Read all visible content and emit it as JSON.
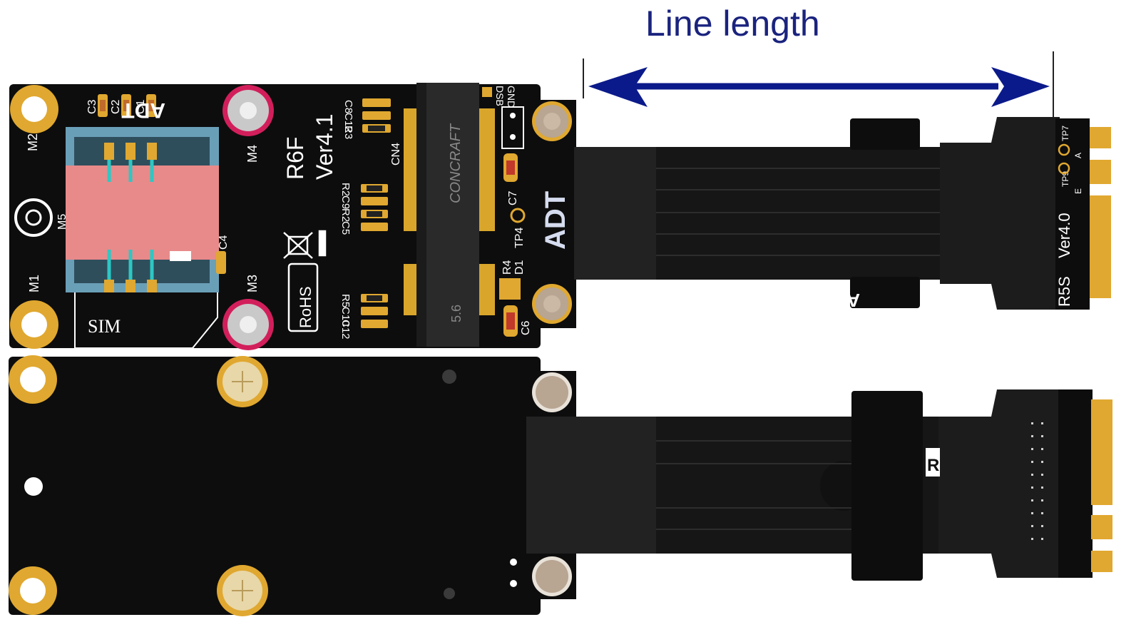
{
  "title": "Line length",
  "colors": {
    "arrow": "#0b1a8a",
    "title": "#1a237e",
    "pcb": "#0d0d0d",
    "gold": "#e0a830",
    "cable": "#161616",
    "sim_tray": "#6a9fb8",
    "sim_label": "#e88a8a"
  },
  "top_board": {
    "brand_left": "ADT",
    "model": "R6F",
    "version": "Ver4.1",
    "sim_label": "SIM",
    "rohs": "RoHS",
    "connector_brand": "CONCRAFT",
    "connector_code": "5.6",
    "connector_ref": "CN4",
    "mount_labels": [
      "M2",
      "M1",
      "M4",
      "M3",
      "M5"
    ],
    "cap_labels": [
      "C3",
      "C2",
      "C1",
      "C4"
    ],
    "ref_group_a": [
      "C8",
      "C12",
      "R3"
    ],
    "ref_group_b": [
      "R2",
      "C9",
      "R2",
      "C5"
    ],
    "ref_group_c": [
      "R5",
      "C10",
      "C12"
    ],
    "side_labels": [
      "DSB",
      "GND",
      "C7",
      "TP4",
      "R4",
      "D1",
      "C6"
    ],
    "cable_brand": "ADT",
    "adapter_brand": "ADT",
    "adapter_model": "R5S",
    "adapter_version": "Ver4.0",
    "adapter_tp": [
      "TP7",
      "A",
      "TP9",
      "E"
    ]
  },
  "bottom_board": {
    "adapter_mark": "R"
  }
}
